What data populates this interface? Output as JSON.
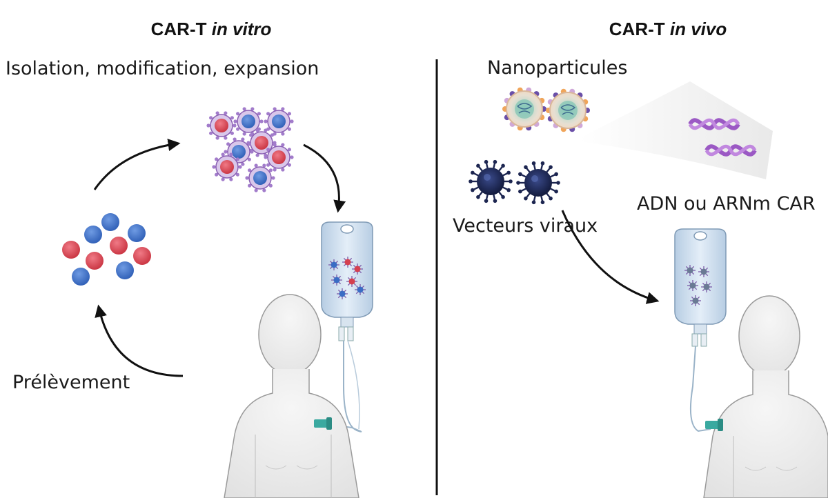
{
  "left_panel": {
    "title_main": "CAR-T",
    "title_italic": "in vitro",
    "step_top": "Isolation, modification, expansion",
    "step_bottom": "Prélèvement"
  },
  "right_panel": {
    "title_main": "CAR-T",
    "title_italic": "in vivo",
    "nanoparticles_label": "Nanoparticules",
    "viral_vectors_label": "Vecteurs viraux",
    "cargo_label": "ADN ou ARNm CAR"
  },
  "colors": {
    "red_cell": "#d5404f",
    "blue_cell": "#3a6cc4",
    "car_spike": "#8a5fb3",
    "virus": "#1c2550",
    "dna": "#a15fc8",
    "bag": "#cfe0ef",
    "body": "#eeeeee"
  },
  "icons": [
    "cell-icon",
    "car-t-cell-icon",
    "infusion-bag-icon",
    "patient-icon",
    "nanoparticle-icon",
    "virus-icon",
    "dna-icon",
    "arrow-icon"
  ]
}
